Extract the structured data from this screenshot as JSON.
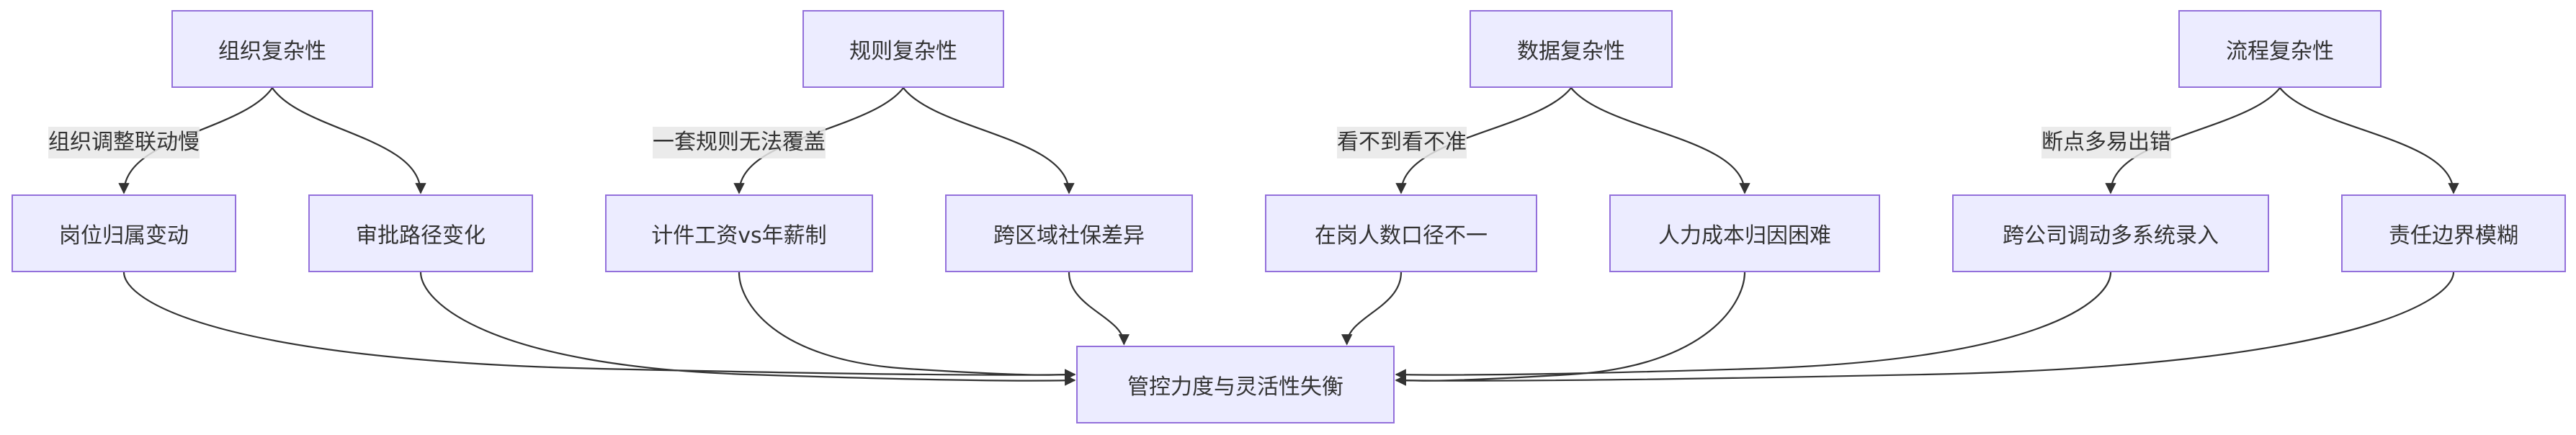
{
  "diagram": {
    "colors": {
      "node_fill": "#ECECFF",
      "node_border": "#9370DB",
      "edge": "#333333",
      "text": "#333333",
      "label_bg": "#E8E8E8"
    },
    "categories": [
      {
        "id": "org",
        "label": "组织复杂性",
        "edge_label": "组织调整联动慢",
        "children": [
          "org_a",
          "org_b"
        ]
      },
      {
        "id": "rule",
        "label": "规则复杂性",
        "edge_label": "一套规则无法覆盖",
        "children": [
          "rule_a",
          "rule_b"
        ]
      },
      {
        "id": "data",
        "label": "数据复杂性",
        "edge_label": "看不到看不准",
        "children": [
          "data_a",
          "data_b"
        ]
      },
      {
        "id": "flow",
        "label": "流程复杂性",
        "edge_label": "断点多易出错",
        "children": [
          "flow_a",
          "flow_b"
        ]
      }
    ],
    "issues": [
      {
        "id": "org_a",
        "label": "岗位归属变动"
      },
      {
        "id": "org_b",
        "label": "审批路径变化"
      },
      {
        "id": "rule_a",
        "label": "计件工资vs年薪制"
      },
      {
        "id": "rule_b",
        "label": "跨区域社保差异"
      },
      {
        "id": "data_a",
        "label": "在岗人数口径不一"
      },
      {
        "id": "data_b",
        "label": "人力成本归因困难"
      },
      {
        "id": "flow_a",
        "label": "跨公司调动多系统录入"
      },
      {
        "id": "flow_b",
        "label": "责任边界模糊"
      }
    ],
    "result": {
      "id": "result",
      "label": "管控力度与灵活性失衡"
    }
  }
}
